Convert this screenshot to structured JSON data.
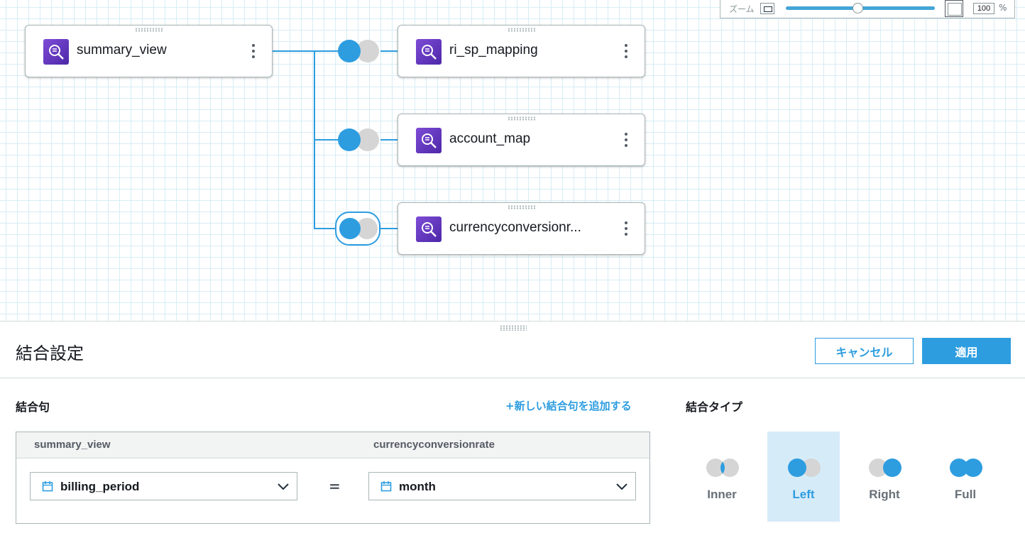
{
  "zoom": {
    "label": "ズーム",
    "value": "100",
    "unit": "%",
    "level_percent": 48
  },
  "nodes": [
    {
      "label": "summary_view"
    },
    {
      "label": "ri_sp_mapping"
    },
    {
      "label": "account_map"
    },
    {
      "label": "currencyconversionr..."
    }
  ],
  "panel": {
    "title": "結合設定",
    "cancel_label": "キャンセル",
    "apply_label": "適用",
    "clause_section_label": "結合句",
    "add_clause_label": "+新しい結合句を追加する",
    "join_type_section_label": "結合タイプ"
  },
  "clause": {
    "left_table": "summary_view",
    "right_table": "currencyconversionrate",
    "left_field": "billing_period",
    "operator": "=",
    "right_field": "month"
  },
  "join_types": [
    {
      "label": "Inner",
      "active": false
    },
    {
      "label": "Left",
      "active": true
    },
    {
      "label": "Right",
      "active": false
    },
    {
      "label": "Full",
      "active": false
    }
  ],
  "colors": {
    "accent": "#2d9de0",
    "node_icon": "#5a2fb6",
    "inactive_circle": "#d5d5d5",
    "active_bg": "#d6ebf8"
  }
}
